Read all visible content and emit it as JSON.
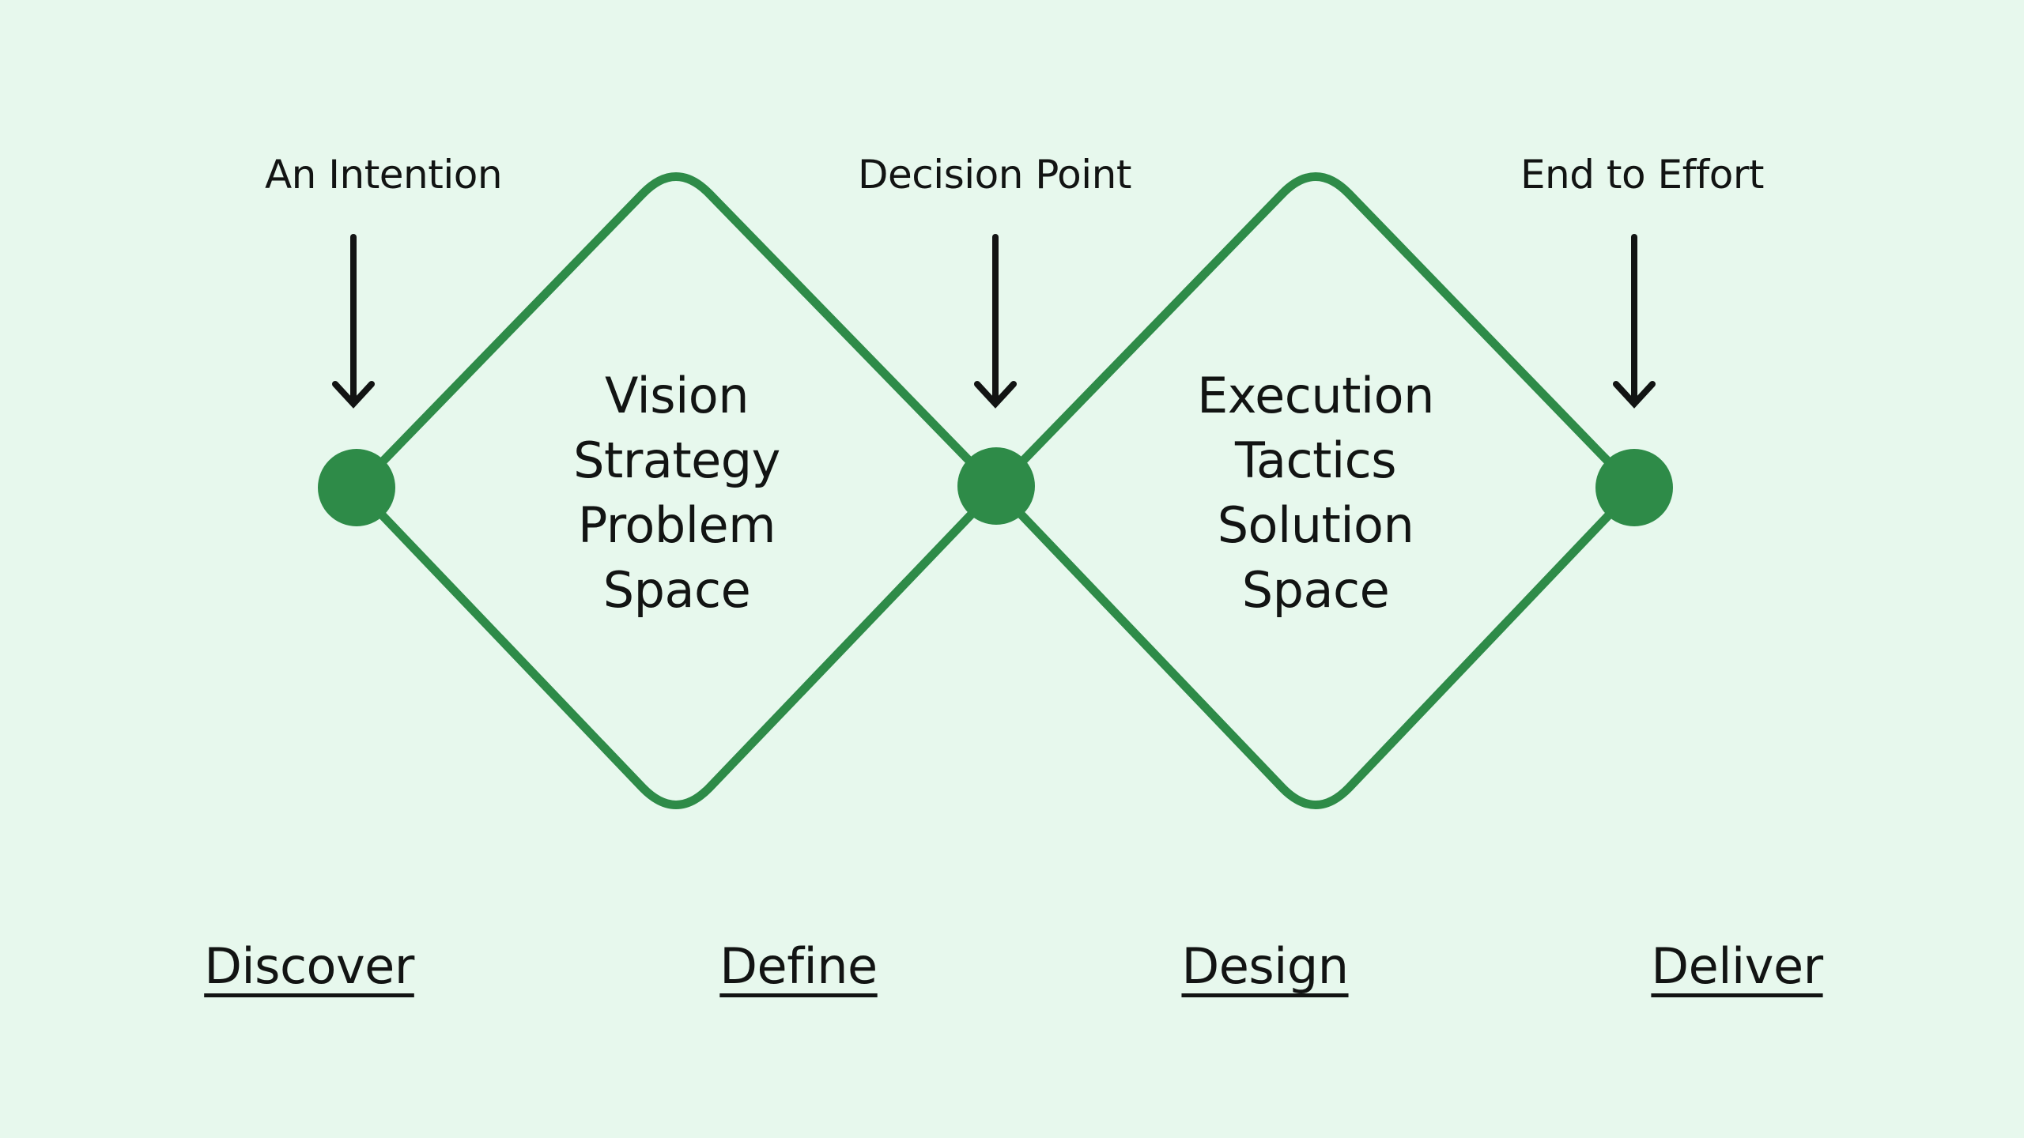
{
  "colors": {
    "background": "#E7F8ED",
    "diamond_green": "#2E8B48",
    "ink": "#121413"
  },
  "annotations": [
    {
      "label": "An Intention"
    },
    {
      "label": "Decision Point"
    },
    {
      "label": "End to Effort"
    }
  ],
  "diamonds": [
    {
      "label_lines": [
        "Vision",
        "Strategy",
        "Problem",
        "Space"
      ]
    },
    {
      "label_lines": [
        "Execution",
        "Tactics",
        "Solution",
        "Space"
      ]
    }
  ],
  "phases": [
    {
      "label": "Discover"
    },
    {
      "label": "Define"
    },
    {
      "label": "Design"
    },
    {
      "label": "Deliver"
    }
  ],
  "icons": {
    "down_arrow": "↓"
  }
}
